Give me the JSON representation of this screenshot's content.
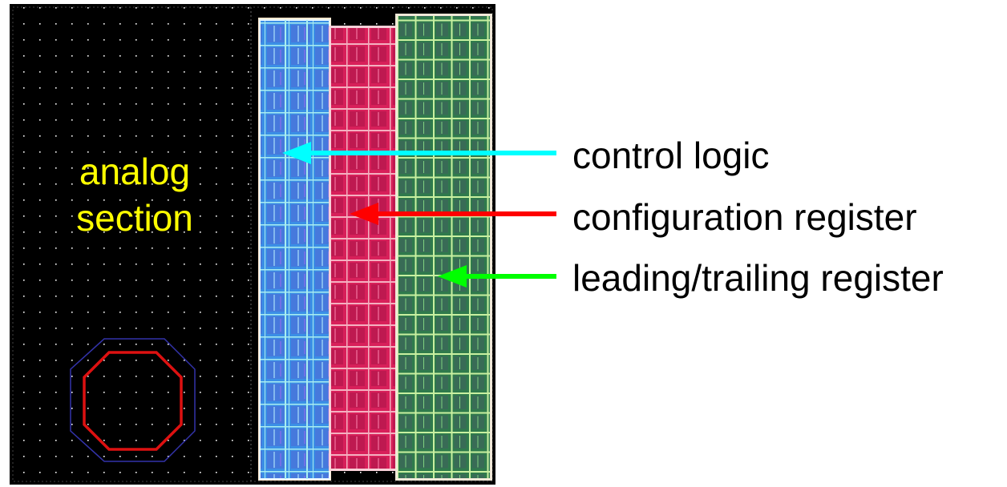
{
  "analog_section": {
    "text_line1": "analog",
    "text_line2": "section",
    "text_color": "#ffff00"
  },
  "blocks": {
    "control_logic": {
      "color": "#3b8fe6",
      "grid_color": "#a8eef0"
    },
    "configuration_register": {
      "color": "#d8205a",
      "grid_color": "#f4b0c0"
    },
    "leading_trailing_register": {
      "color": "#2f7a4c",
      "grid_color": "#c8f0a0"
    }
  },
  "labels": {
    "control_logic": "control logic",
    "configuration_register": "configuration register",
    "leading_trailing_register": "leading/trailing register"
  },
  "arrows": {
    "control_logic": {
      "color": "#00ffff"
    },
    "configuration_register": {
      "color": "#ff0000"
    },
    "leading_trailing_register": {
      "color": "#00ff00"
    }
  },
  "inductor": {
    "octagon_color": "#dd1111",
    "outline_color": "#3333aa"
  }
}
